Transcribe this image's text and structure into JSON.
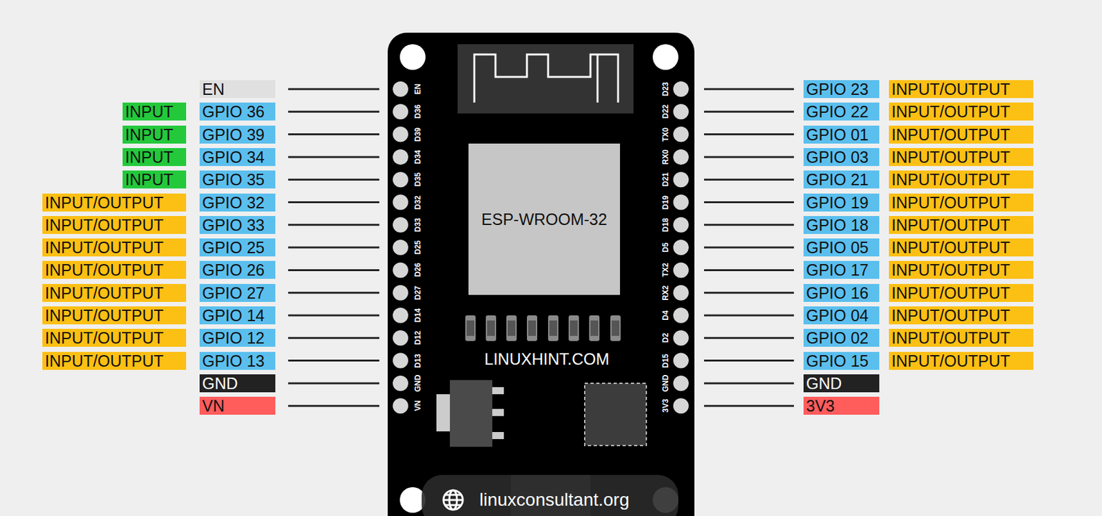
{
  "diagram": {
    "nodes": [
      {
        "text": [
          "EN"
        ]
      },
      {
        "text": [
          "INPUT"
        ]
      },
      {
        "text": [
          "GPIO 36"
        ]
      },
      {
        "text": [
          "INPUT"
        ]
      },
      {
        "text": [
          "GPIO 39"
        ]
      },
      {
        "text": [
          "INPUT"
        ]
      },
      {
        "text": [
          "GPIO 34"
        ]
      },
      {
        "text": [
          "INPUT"
        ]
      },
      {
        "text": [
          "GPIO 35"
        ]
      },
      {
        "text": [
          "INPUT/OUTPUT"
        ]
      },
      {
        "text": [
          "GPIO 32"
        ]
      },
      {
        "text": [
          "INPUT/OUTPUT"
        ]
      },
      {
        "text": [
          "GPIO 33"
        ]
      },
      {
        "text": [
          "INPUT/OUTPUT"
        ]
      },
      {
        "text": [
          "GPIO 25"
        ]
      },
      {
        "text": [
          "INPUT/OUTPUT"
        ]
      },
      {
        "text": [
          "GPIO 26"
        ]
      },
      {
        "text": [
          "INPUT/OUTPUT"
        ]
      },
      {
        "text": [
          "GPIO 27"
        ]
      },
      {
        "text": [
          "INPUT/OUTPUT"
        ]
      },
      {
        "text": [
          "GPIO 14"
        ]
      },
      {
        "text": [
          "INPUT/OUTPUT"
        ]
      },
      {
        "text": [
          "GPIO 12"
        ]
      },
      {
        "text": [
          "INPUT/OUTPUT"
        ]
      },
      {
        "text": [
          "GPIO 13"
        ]
      },
      {
        "text": [
          "GND"
        ]
      },
      {
        "text": [
          "VN"
        ]
      },
      {
        "text": [
          "ESP-WROOM-32"
        ]
      },
      {
        "text": [
          "GPIO 23"
        ]
      },
      {
        "text": [
          "INPUT/OUTPUT"
        ]
      },
      {
        "text": [
          "GPIO 22"
        ]
      },
      {
        "text": [
          "INPUT/OUTPUT"
        ]
      },
      {
        "text": [
          "GPIO 01"
        ]
      },
      {
        "text": [
          "INPUT/OUTPUT"
        ]
      },
      {
        "text": [
          "GPIO 03"
        ]
      },
      {
        "text": [
          "INPUT/OUTPUT"
        ]
      },
      {
        "text": [
          "GPIO 21"
        ]
      },
      {
        "text": [
          "INPUT/OUTPUT"
        ]
      },
      {
        "text": [
          "GPIO 19"
        ]
      },
      {
        "text": [
          "INPUT/OUTPUT"
        ]
      },
      {
        "text": [
          "GPIO 18"
        ]
      },
      {
        "text": [
          "INPUT/OUTPUT"
        ]
      },
      {
        "text": [
          "GPIO 05"
        ]
      },
      {
        "text": [
          "INPUT/OUTPUT"
        ]
      },
      {
        "text": [
          "GPIO 17"
        ]
      },
      {
        "text": [
          "INPUT/OUTPUT"
        ]
      },
      {
        "text": [
          "GPIO 16"
        ]
      },
      {
        "text": [
          "INPUT/OUTPUT"
        ]
      },
      {
        "text": [
          "GPIO 04"
        ]
      },
      {
        "text": [
          "INPUT/OUTPUT"
        ]
      },
      {
        "text": [
          "GPIO 02"
        ]
      },
      {
        "text": [
          "INPUT/OUTPUT"
        ]
      },
      {
        "text": [
          "GPIO 15"
        ]
      },
      {
        "text": [
          "INPUT/OUTPUT"
        ]
      },
      {
        "text": [
          "GND"
        ]
      },
      {
        "text": [
          "3V3"
        ]
      }
    ],
    "labels": [
      "EN",
      "D36",
      "D39",
      "D34",
      "D35",
      "D32",
      "D33",
      "D25",
      "D26",
      "D27",
      "D14",
      "D12",
      "D13",
      "GND",
      "VN",
      "D23",
      "D22",
      "TX0",
      "RX0",
      "D21",
      "D19",
      "D18",
      "D5",
      "TX2",
      "RX2",
      "D4",
      "D2",
      "D15",
      "GND",
      "3V3",
      "LINUXHINT.COM",
      "linuxconsultant.org"
    ]
  }
}
